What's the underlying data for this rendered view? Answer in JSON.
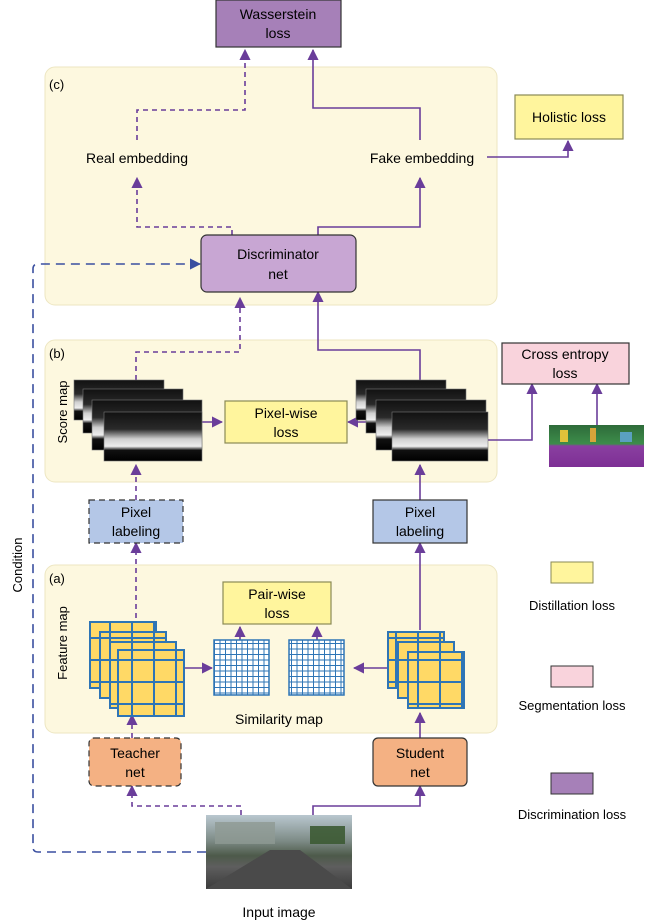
{
  "panels": {
    "c": "(c)",
    "b": "(b)",
    "a": "(a)",
    "b_side": "Score map",
    "a_side": "Feature map"
  },
  "nodes": {
    "wasserstein": [
      "Wasserstein",
      "loss"
    ],
    "holistic": "Holistic loss",
    "real_embedding": "Real embedding",
    "fake_embedding": "Fake embedding",
    "discriminator": [
      "Discriminator",
      "net"
    ],
    "pixel_wise": [
      "Pixel-wise",
      "loss"
    ],
    "cross_entropy": [
      "Cross entropy",
      "loss"
    ],
    "pixel_labeling_teacher": [
      "Pixel",
      "labeling"
    ],
    "pixel_labeling_student": [
      "Pixel",
      "labeling"
    ],
    "pair_wise": [
      "Pair-wise",
      "loss"
    ],
    "similarity_map": "Similarity map",
    "teacher": [
      "Teacher",
      "net"
    ],
    "student": [
      "Student",
      "net"
    ],
    "input_image": "Input image",
    "condition": "Condition"
  },
  "legend": [
    {
      "label": "Distillation loss",
      "color": "#fff59d"
    },
    {
      "label": "Segmentation loss",
      "color": "#f9d3dc"
    },
    {
      "label": "Discrimination loss",
      "color": "#a680b8"
    }
  ],
  "colors": {
    "arrow": "#6a3d9a",
    "condition": "#3a4fa0",
    "panel_bg": "#fdf8df",
    "disc_box": "#c8a6d3",
    "wasserstein_box": "#a680b8",
    "distill_box": "#fff59d",
    "seg_box": "#f9d3dc",
    "labeling_box": "#b4c7e7",
    "net_box": "#f4b183",
    "feature_cell": "#ffd966",
    "feature_grid": "#2e75b6"
  }
}
